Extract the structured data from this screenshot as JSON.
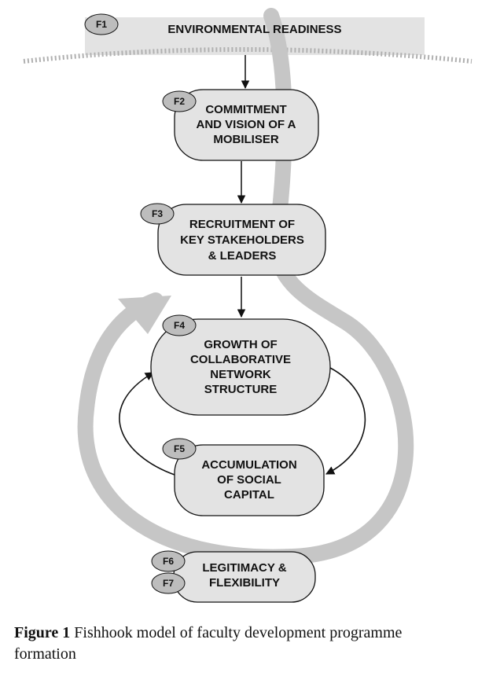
{
  "diagram": {
    "nodes": [
      {
        "id": "f1",
        "badge": "F1",
        "lines": [
          "ENVIRONMENTAL READINESS"
        ]
      },
      {
        "id": "f2",
        "badge": "F2",
        "lines": [
          "COMMITMENT",
          "AND VISION OF A",
          "MOBILISER"
        ]
      },
      {
        "id": "f3",
        "badge": "F3",
        "lines": [
          "RECRUITMENT OF",
          "KEY STAKEHOLDERS",
          "& LEADERS"
        ]
      },
      {
        "id": "f4",
        "badge": "F4",
        "lines": [
          "GROWTH OF",
          "COLLABORATIVE",
          "NETWORK",
          "STRUCTURE"
        ]
      },
      {
        "id": "f5",
        "badge": "F5",
        "lines": [
          "ACCUMULATION",
          "OF SOCIAL",
          "CAPITAL"
        ]
      },
      {
        "id": "f67",
        "badges": [
          "F6",
          "F7"
        ],
        "lines": [
          "LEGITIMACY &",
          "FLEXIBILITY"
        ]
      }
    ],
    "colors": {
      "box_fill": "#e3e3e3",
      "badge_fill": "#bdbdbd",
      "hook_stroke": "#c6c6c6",
      "line": "#111111"
    }
  },
  "caption": {
    "label": "Figure 1",
    "text": " Fishhook model of faculty development programme formation"
  }
}
